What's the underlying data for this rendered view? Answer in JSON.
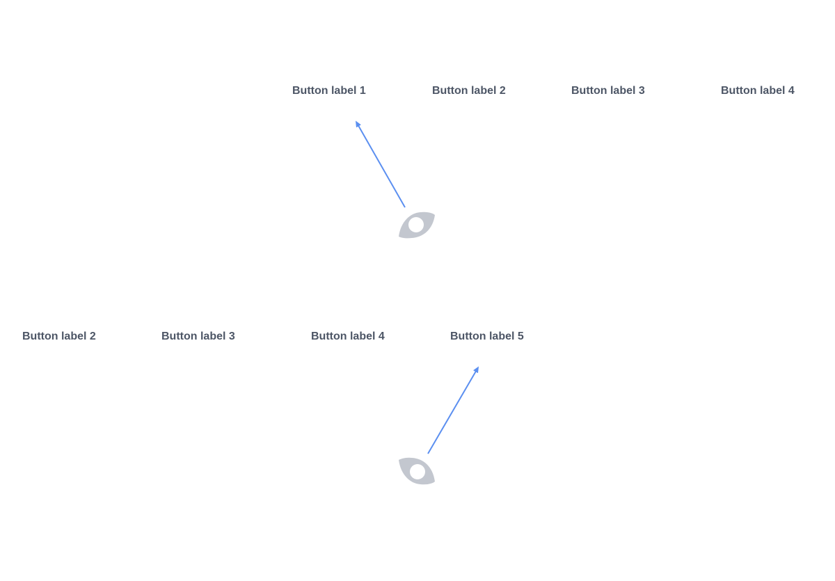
{
  "top_row": {
    "buttons": [
      {
        "label": "Button label 1"
      },
      {
        "label": "Button label 2"
      },
      {
        "label": "Button label 3"
      },
      {
        "label": "Button label 4"
      }
    ]
  },
  "bottom_row": {
    "buttons": [
      {
        "label": "Button label 2"
      },
      {
        "label": "Button label 3"
      },
      {
        "label": "Button label 4"
      },
      {
        "label": "Button label 5"
      }
    ]
  },
  "icons": {
    "top_eye": "eye-icon",
    "bottom_eye": "eye-icon",
    "top_arrow": "arrow-icon",
    "bottom_arrow": "arrow-icon"
  },
  "colors": {
    "label_text": "#4d5666",
    "arrow": "#5b8ff0",
    "eye_fill": "#c3c7cf",
    "background": "#ffffff"
  }
}
